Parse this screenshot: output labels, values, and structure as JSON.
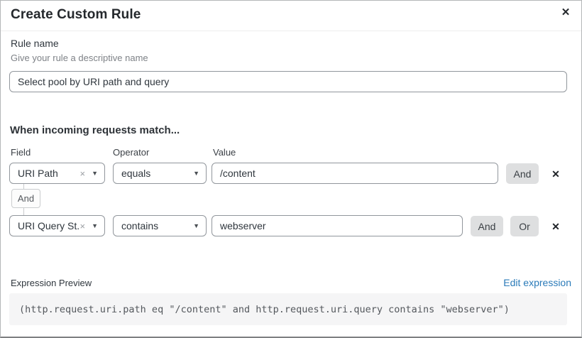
{
  "modal": {
    "title": "Create Custom Rule"
  },
  "icons": {
    "close": "✕",
    "clear": "×",
    "caret": "▼",
    "delete_row": "✕"
  },
  "rule_name": {
    "label": "Rule name",
    "hint": "Give your rule a descriptive name",
    "value": "Select pool by URI path and query"
  },
  "matcher": {
    "heading": "When incoming requests match...",
    "columns": {
      "field": "Field",
      "operator": "Operator",
      "value": "Value"
    },
    "connector_label": "And",
    "and_button": "And",
    "or_button": "Or",
    "rows": [
      {
        "field": "URI Path",
        "operator": "equals",
        "value": "/content"
      },
      {
        "field": "URI Query St...",
        "operator": "contains",
        "value": "webserver"
      }
    ]
  },
  "expression": {
    "label": "Expression Preview",
    "edit_link": "Edit expression",
    "code": "(http.request.uri.path eq \"/content\" and http.request.uri.query contains \"webserver\")"
  },
  "colors": {
    "link_blue": "#2b7bb9",
    "button_gray": "#dedfe0",
    "border_gray": "#91969c"
  }
}
